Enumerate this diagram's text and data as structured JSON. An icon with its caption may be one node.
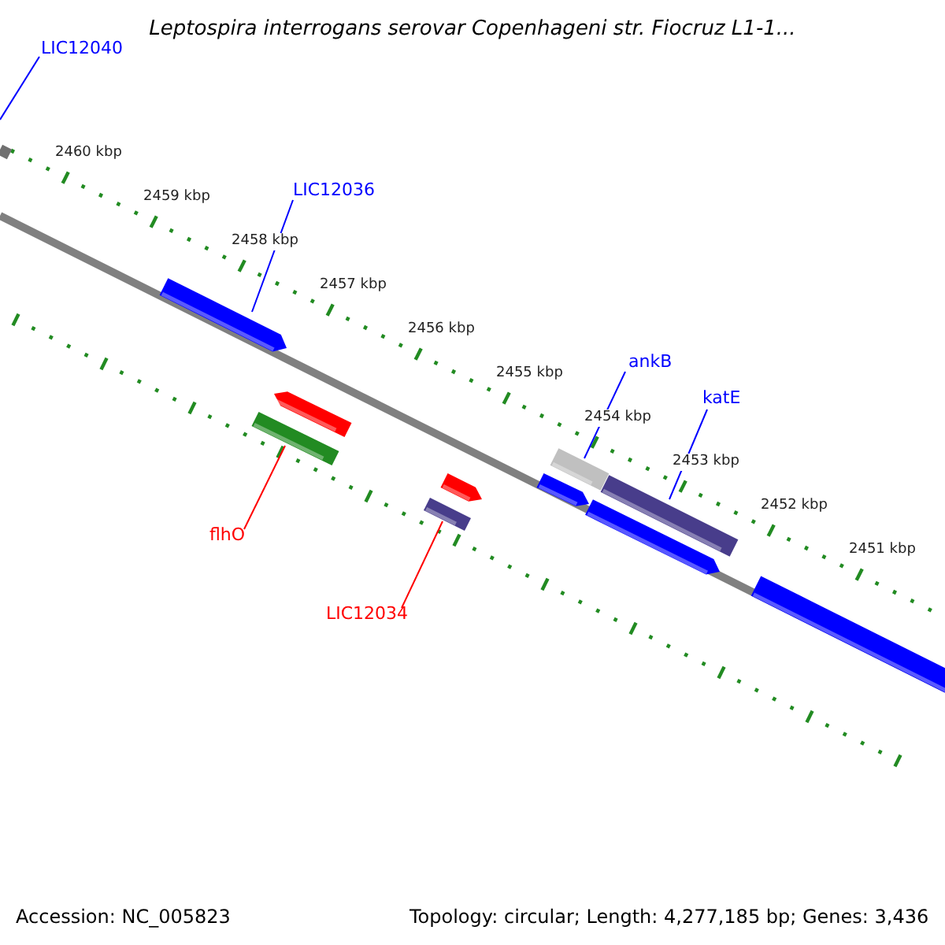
{
  "diagram": {
    "title": "Leptospira interrogans serovar Copenhageni str. Fiocruz L1-1...",
    "nodes": [
      {
        "text": [
          "LIC12040"
        ]
      },
      {
        "text": [
          "LIC12036"
        ]
      },
      {
        "text": [
          "ankB"
        ]
      },
      {
        "text": [
          "katE"
        ]
      },
      {
        "text": [
          "flhO"
        ]
      },
      {
        "text": [
          "LIC12034"
        ]
      },
      {
        "text": [],
        "shape": "bar"
      },
      {
        "text": [],
        "shape": "bar"
      },
      {
        "text": [],
        "shape": "bar"
      },
      {
        "text": [],
        "shape": "bar"
      },
      {
        "text": [],
        "shape": "bar"
      }
    ],
    "edges": [
      {
        "from": 0,
        "to": null,
        "arrow": "none"
      },
      {
        "from": 1,
        "to": 6,
        "arrow": "none"
      },
      {
        "from": 2,
        "to": 7,
        "arrow": "none"
      },
      {
        "from": 3,
        "to": 8,
        "arrow": "none"
      },
      {
        "from": 4,
        "to": 9,
        "arrow": "none",
        "color": "#ff0000"
      },
      {
        "from": 5,
        "to": 10,
        "arrow": "none",
        "color": "#ff0000"
      }
    ],
    "labels": [
      "2460 kbp",
      "2459 kbp",
      "2458 kbp",
      "2457 kbp",
      "2456 kbp",
      "2455 kbp",
      "2454 kbp",
      "2453 kbp",
      "2452 kbp",
      "2451 kbp",
      "Accession: NC_005823",
      "Topology: circular; Length: 4,277,185 bp; Genes: 3,436"
    ]
  }
}
